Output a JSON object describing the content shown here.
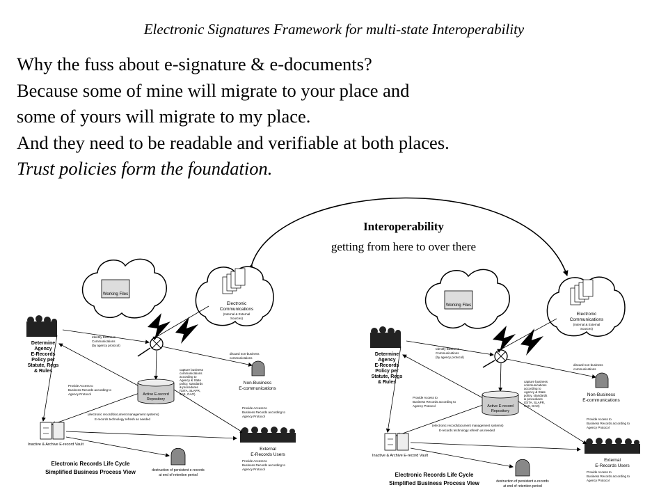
{
  "header": "Electronic Signatures Framework for multi-state Interoperability",
  "body_lines": [
    "Why the fuss about e-signature & e-documents?",
    "Because some of mine will migrate to your place and",
    "some of yours will migrate to my place.",
    "And they need to be readable and verifiable at both places.",
    "Trust policies form the foundation."
  ],
  "interop": {
    "title": "Interoperability",
    "subtitle": "getting from here to over there"
  },
  "diagram": {
    "working_files": "Working Files",
    "electronic_comm_1": "Electronic",
    "electronic_comm_2": "Communications",
    "electronic_comm_3": "(Internal & External",
    "electronic_comm_4": "Sources)",
    "determine": [
      "Determine",
      "Agency",
      "E-Records",
      "Policy per",
      "Statute, Regs",
      "& Rules"
    ],
    "identify": [
      "Identify Business",
      "Communications",
      "(by agency protocol)"
    ],
    "discard": [
      "discard non-business",
      "communications"
    ],
    "non_business": [
      "Non-Business",
      "E-communications"
    ],
    "capture": [
      "capture business",
      "communications",
      "according to",
      "Agency & State",
      "policy, standards",
      "& procedures",
      "(GITA, SLAPR,",
      "SoS, GAO)"
    ],
    "repository": [
      "Active E-record",
      "Repository"
    ],
    "provide_left": [
      "Provide Access to",
      "Business Records according to",
      "Agency Protocol"
    ],
    "edms": [
      "(electronic record/document management systems)",
      "E-records technology refresh as needed"
    ],
    "provide_right1": [
      "Provide Access to",
      "Business Records according to",
      "Agency Protocol"
    ],
    "external_users": [
      "External",
      "E-Records Users"
    ],
    "provide_right2": [
      "Provide Access to",
      "Business Records according to",
      "Agency Protocol"
    ],
    "vault": "Inactive & Archive E-record Vault",
    "destruction": [
      "destruction of persistent e-records",
      "at end of retention period"
    ],
    "footer_1": "Electronic Records Life Cycle",
    "footer_2": "Simplified Business Process View"
  }
}
